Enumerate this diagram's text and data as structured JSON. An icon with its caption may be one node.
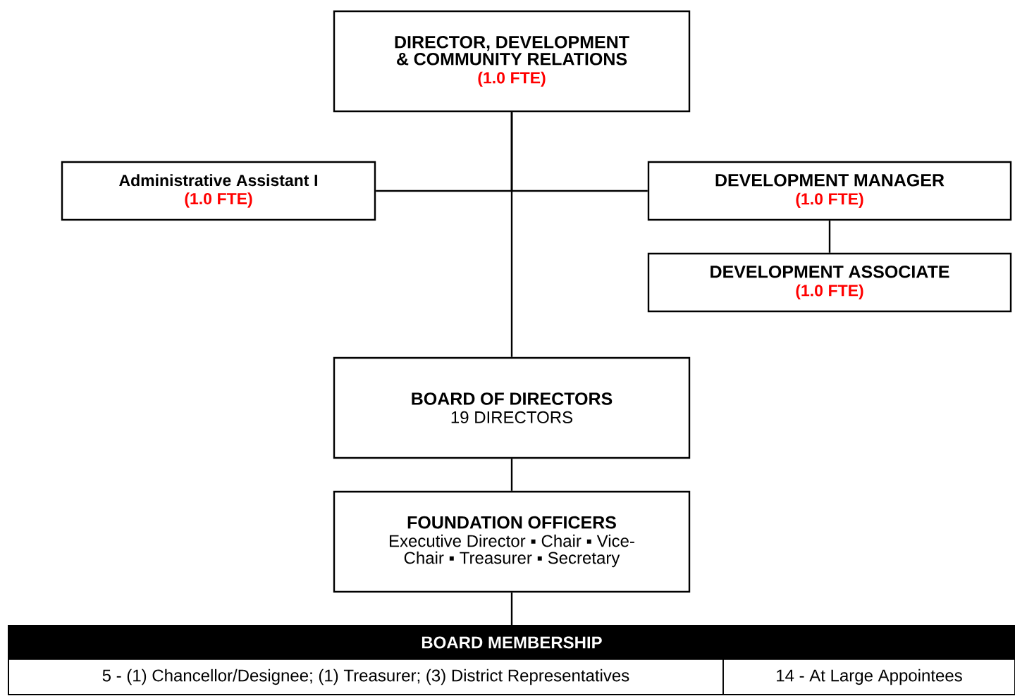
{
  "diagram": {
    "nodes": [
      {
        "text": [
          "DIRECTOR, DEVELOPMENT & COMMUNITY RELATIONS",
          "(1.0 FTE)"
        ]
      },
      {
        "text": [
          "Administrative Assistant I",
          "(1.0 FTE)"
        ]
      },
      {
        "text": [
          "DEVELOPMENT MANAGER",
          "(1.0 FTE)"
        ]
      },
      {
        "text": [
          "DEVELOPMENT ASSOCIATE",
          "(1.0 FTE)"
        ]
      },
      {
        "text": [
          "BOARD OF DIRECTORS",
          "19 DIRECTORS"
        ]
      },
      {
        "text": [
          "FOUNDATION OFFICERS",
          "Executive Director ▪ Chair ▪ Vice-Chair ▪ Treasurer ▪ Secretary"
        ]
      },
      {
        "text": [
          "BOARD MEMBERSHIP"
        ]
      },
      {
        "text": [
          "5 - (1) Chancellor/Designee; (1) Treasurer; (3) District Representatives"
        ],
        "in": 6
      },
      {
        "text": [
          "14 - At Large Appointees"
        ],
        "in": 6
      }
    ],
    "edges": [
      {
        "from": 0,
        "to": 1,
        "arrow": "none"
      },
      {
        "from": 0,
        "to": 2,
        "arrow": "none"
      },
      {
        "from": 2,
        "to": 3,
        "arrow": "none"
      },
      {
        "from": 0,
        "to": 4,
        "arrow": "none"
      },
      {
        "from": 4,
        "to": 5,
        "arrow": "none"
      },
      {
        "from": 5,
        "to": 6,
        "arrow": "none"
      }
    ]
  }
}
